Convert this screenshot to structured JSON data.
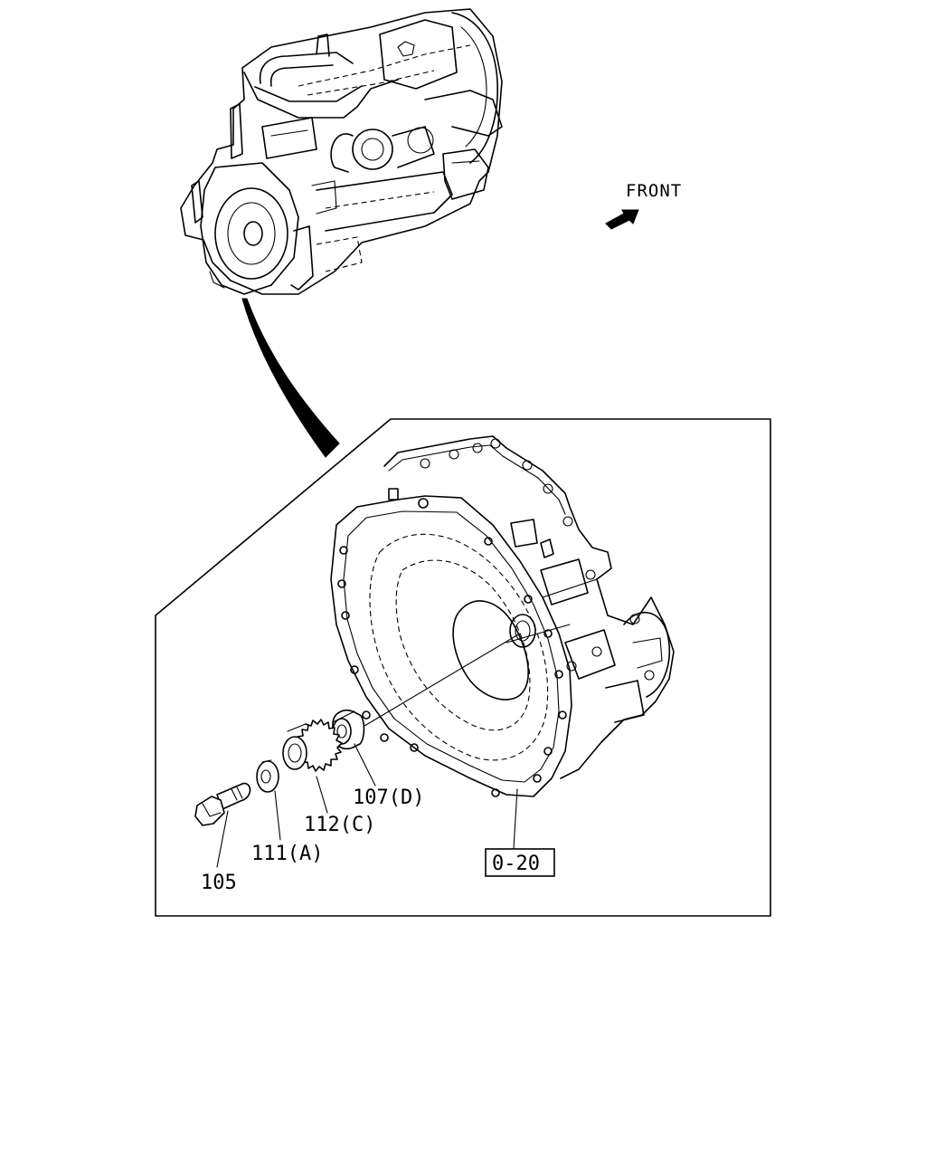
{
  "orientation": {
    "label": "FRONT",
    "icon": "front-arrow-icon"
  },
  "callouts": {
    "bolt": "105",
    "washer": "111(A)",
    "gear": "112(C)",
    "bushing": "107(D)",
    "housing_ref": "0-20"
  },
  "colors": {
    "line": "#000000",
    "background": "#ffffff"
  }
}
